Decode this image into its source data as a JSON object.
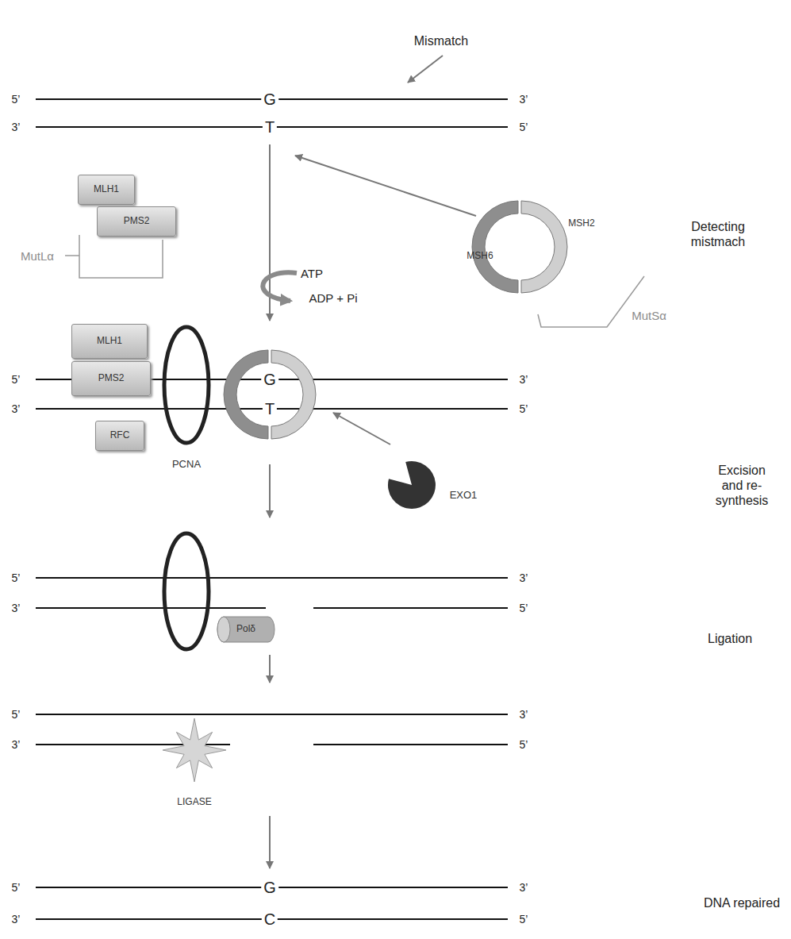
{
  "diagram": {
    "nodes": [
      {
        "text": [
          "MLH1"
        ]
      },
      {
        "text": [
          "PMS2"
        ]
      },
      {
        "text": [
          "MSH2",
          "MSH6"
        ]
      },
      {
        "text": [
          "MLH1"
        ]
      },
      {
        "text": [
          "PMS2"
        ]
      },
      {
        "text": [
          "RFC"
        ]
      },
      {
        "text": [
          "PCNA"
        ]
      },
      {
        "text": [
          "EXO1"
        ]
      },
      {
        "text": [
          "Polδ"
        ]
      },
      {
        "text": [
          "LIGASE"
        ]
      }
    ],
    "labels": [
      "Mismatch",
      "5’",
      "G",
      "3’",
      "3’",
      "T",
      "5’",
      "MutLα",
      "ATP",
      "ADP + Pi",
      "Detecting mistmach",
      "MutSα",
      "5’",
      "G",
      "3’",
      "3’",
      "T",
      "5’",
      "Excision and re-synthesis",
      "5’",
      "3’",
      "3’",
      "5’",
      "5’",
      "3’",
      "3’",
      "5’",
      "Ligation",
      "5’",
      "G",
      "3’",
      "3’",
      "C",
      "5’",
      "DNA repaired"
    ]
  }
}
